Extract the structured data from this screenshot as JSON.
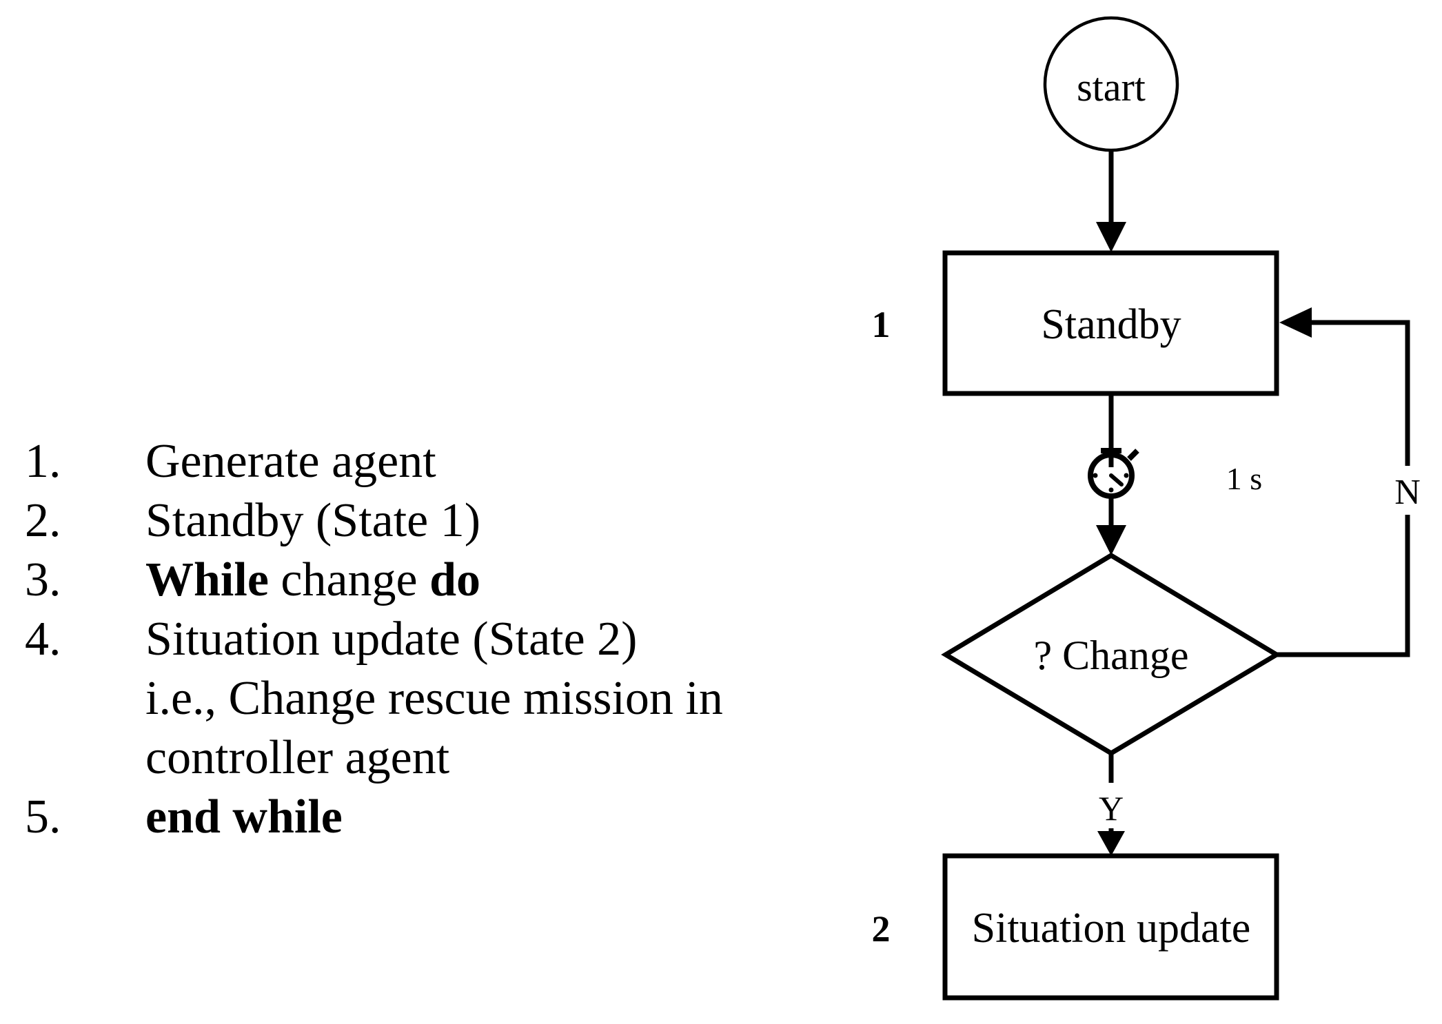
{
  "pseudocode": {
    "items": [
      {
        "num": "1.",
        "text": "Generate agent"
      },
      {
        "num": "2.",
        "text": "Standby (State 1)"
      },
      {
        "num": "3.",
        "parts": {
          "bold1": "While",
          "plain": " change ",
          "bold2": "do"
        }
      },
      {
        "num": "4.",
        "text": "Situation update (State 2)"
      },
      {
        "num": "",
        "text": "i.e., Change rescue mission in"
      },
      {
        "num": "",
        "text": "controller agent"
      },
      {
        "num": "5.",
        "parts": {
          "bold1": "end while",
          "plain": "",
          "bold2": ""
        }
      }
    ]
  },
  "flowchart": {
    "start_label": "start",
    "state1": {
      "number": "1",
      "label": "Standby"
    },
    "timer": {
      "icon": "stopwatch-icon",
      "delay_label": "1 s"
    },
    "decision": {
      "label": "? Change"
    },
    "branch_yes_label": "Y",
    "branch_no_label": "N",
    "state2": {
      "number": "2",
      "label": "Situation update"
    }
  },
  "colors": {
    "ink": "#000000",
    "background": "#ffffff"
  }
}
